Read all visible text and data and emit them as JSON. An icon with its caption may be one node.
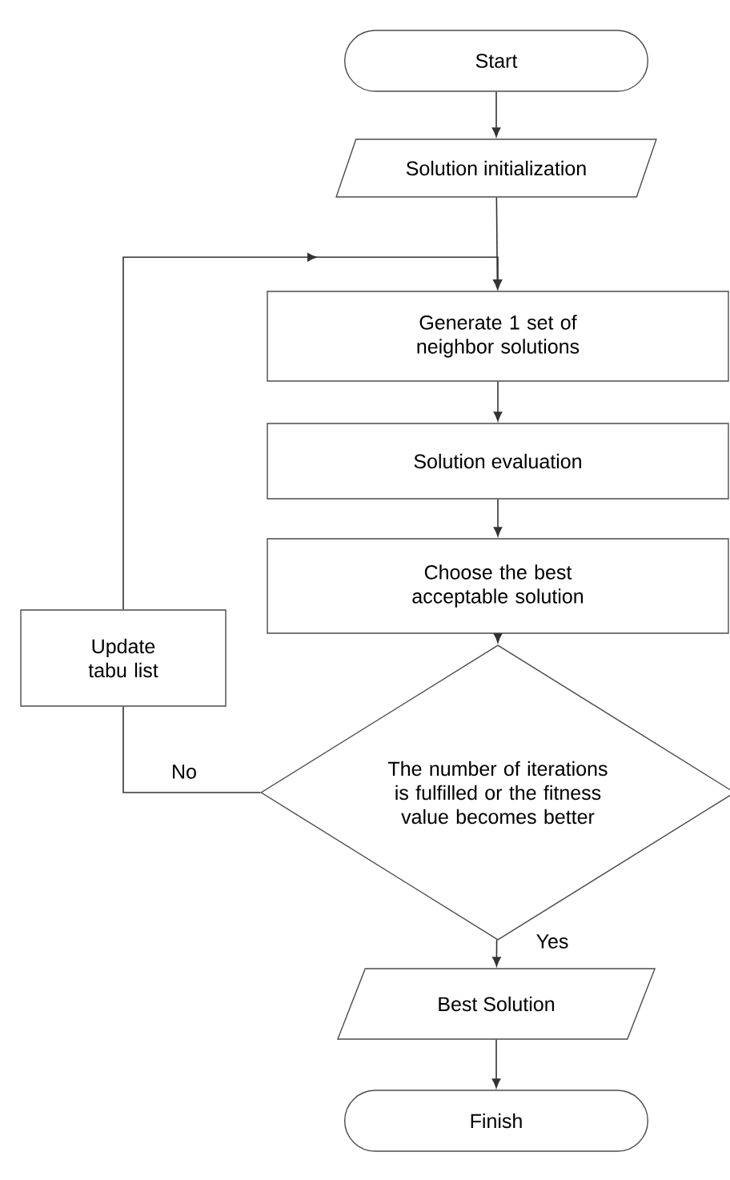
{
  "diagram": {
    "nodes": [
      {
        "text": [
          "Start"
        ]
      },
      {
        "text": [
          "Solution initialization"
        ]
      },
      {
        "text": [
          "Generate 1 set of neighbor solutions"
        ]
      },
      {
        "text": [
          "Solution evaluation"
        ]
      },
      {
        "text": [
          "Choose the best acceptable solution"
        ]
      },
      {
        "text": [
          "The number of iterations is fulfilled or the fitness value becomes better"
        ]
      },
      {
        "text": [
          "Update tabu list"
        ]
      },
      {
        "text": [
          "Best Solution"
        ]
      },
      {
        "text": [
          "Finish"
        ]
      }
    ],
    "edges": [
      {
        "from": 0,
        "to": 1,
        "arrow": "to"
      },
      {
        "from": 1,
        "to": 2,
        "arrow": "to"
      },
      {
        "from": 2,
        "to": 3,
        "arrow": "to"
      },
      {
        "from": 3,
        "to": 4,
        "arrow": "to"
      },
      {
        "from": 4,
        "to": 5,
        "arrow": "to"
      },
      {
        "from": 5,
        "to": 6,
        "arrow": "none",
        "label": "No"
      },
      {
        "from": 6,
        "to": 2,
        "arrow": "to"
      },
      {
        "from": 5,
        "to": 7,
        "arrow": "to",
        "label": "Yes"
      },
      {
        "from": 7,
        "to": 8,
        "arrow": "to"
      }
    ]
  }
}
